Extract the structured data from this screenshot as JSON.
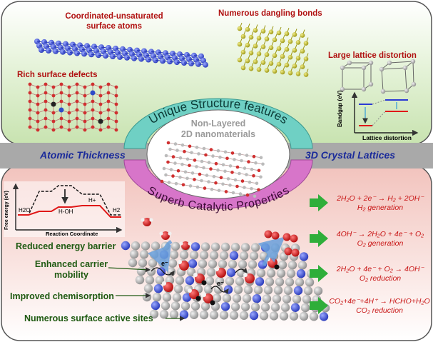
{
  "top_features": {
    "coordinated": "Coordinated-unsaturated surface atoms",
    "dangling": "Numerous dangling bonds",
    "lattice_distortion": "Large lattice distortion",
    "defects": "Rich surface defects"
  },
  "bandgap_chart": {
    "ylabel": "Bandgap (eV)",
    "xlabel": "Lattice distortion"
  },
  "arc_top": "Unique Structure features",
  "arc_bottom": "Superb Catalytic Properties",
  "center": {
    "line1": "Non-Layered",
    "line2": "2D nanomaterials"
  },
  "band": {
    "left": "Atomic Thickness",
    "right": "3D Crystal Lattices"
  },
  "energy_chart": {
    "ylabel": "Free energy (eV)",
    "xlabel": "Reaction Coordinate",
    "labels": {
      "h2o": "H2O",
      "hoh": "H-OH",
      "hplus": "H+",
      "h2": "H2"
    }
  },
  "bottom_left": {
    "barrier": "Reduced energy barrier",
    "mobility": "Enhanced carrier mobility",
    "chemisorption": "Improved chemisorption",
    "active_sites": "Numerous surface active sites"
  },
  "slab_labels": {
    "electron": "e⁻"
  },
  "reactions": [
    {
      "equation": "2H₂O + 2e⁻ → H₂ + 2OH⁻",
      "name": "H₂ generation"
    },
    {
      "equation": "4OH⁻ → 2H₂O + 4e⁻ + O₂",
      "name": "O₂ generation"
    },
    {
      "equation": "2H₂O + 4e⁻ + O₂ → 4OH⁻",
      "name": "O₂ reduction"
    },
    {
      "equation": "CO₂+4e⁻+4H⁺ → HCHO+H₂O",
      "name": "CO₂ reduction"
    }
  ],
  "colors": {
    "top_bg": "#d8ecc6",
    "bottom_bg": "#f6d6d2",
    "band": "#a9a9a9",
    "teal_arc": "#6fd0c4",
    "pink_arc": "#d775c9",
    "arrow_green": "#2fae3a",
    "atom_blue": "#3d52d4",
    "atom_yellow": "#c9c22a",
    "oxygen_red": "#d21a1a"
  }
}
